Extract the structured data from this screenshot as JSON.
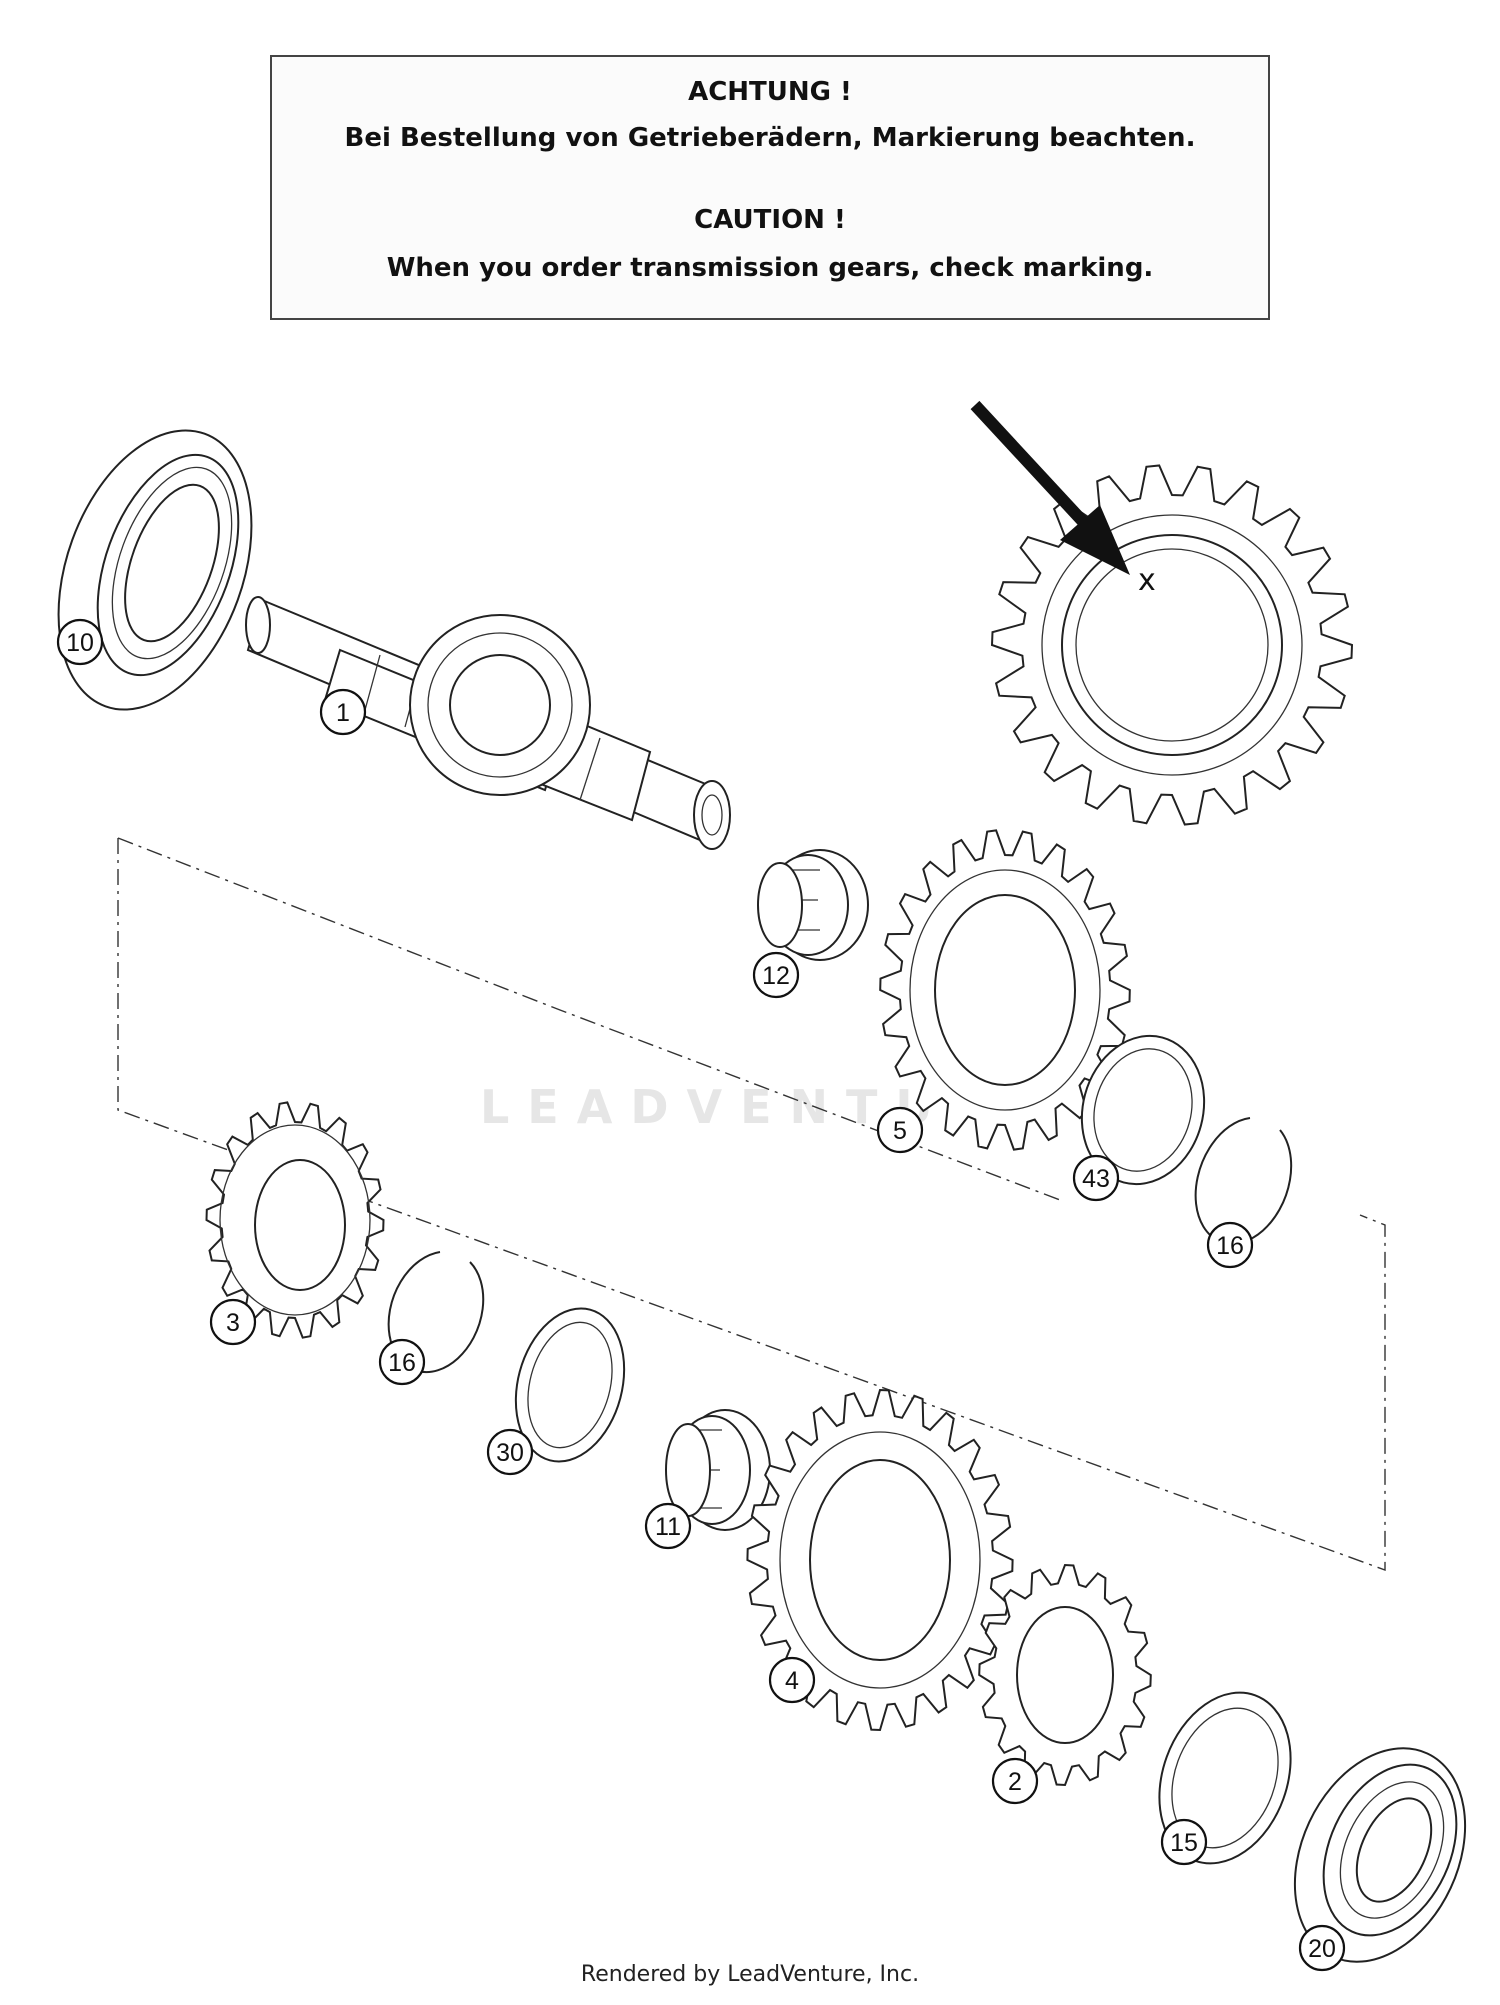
{
  "notice": {
    "heading_de": "ACHTUNG !",
    "text_de": "Bei Bestellung von Getrieberädern, Markierung beachten.",
    "heading_en": "CAUTION !",
    "text_en": "When you order transmission gears, check marking."
  },
  "marking_symbol": "x",
  "watermark_text": "LEADVENTURE",
  "callouts": [
    {
      "id": "10",
      "part": "bearing"
    },
    {
      "id": "1",
      "part": "main-shaft"
    },
    {
      "id": "12",
      "part": "needle-bearing"
    },
    {
      "id": "5",
      "part": "gear"
    },
    {
      "id": "43",
      "part": "thrust-washer"
    },
    {
      "id": "16",
      "part": "circlip"
    },
    {
      "id": "3",
      "part": "gear"
    },
    {
      "id": "16",
      "part": "circlip"
    },
    {
      "id": "30",
      "part": "thrust-washer"
    },
    {
      "id": "11",
      "part": "needle-bearing"
    },
    {
      "id": "4",
      "part": "gear"
    },
    {
      "id": "2",
      "part": "gear"
    },
    {
      "id": "15",
      "part": "washer"
    },
    {
      "id": "20",
      "part": "bearing"
    }
  ],
  "footer": "Rendered by LeadVenture, Inc."
}
